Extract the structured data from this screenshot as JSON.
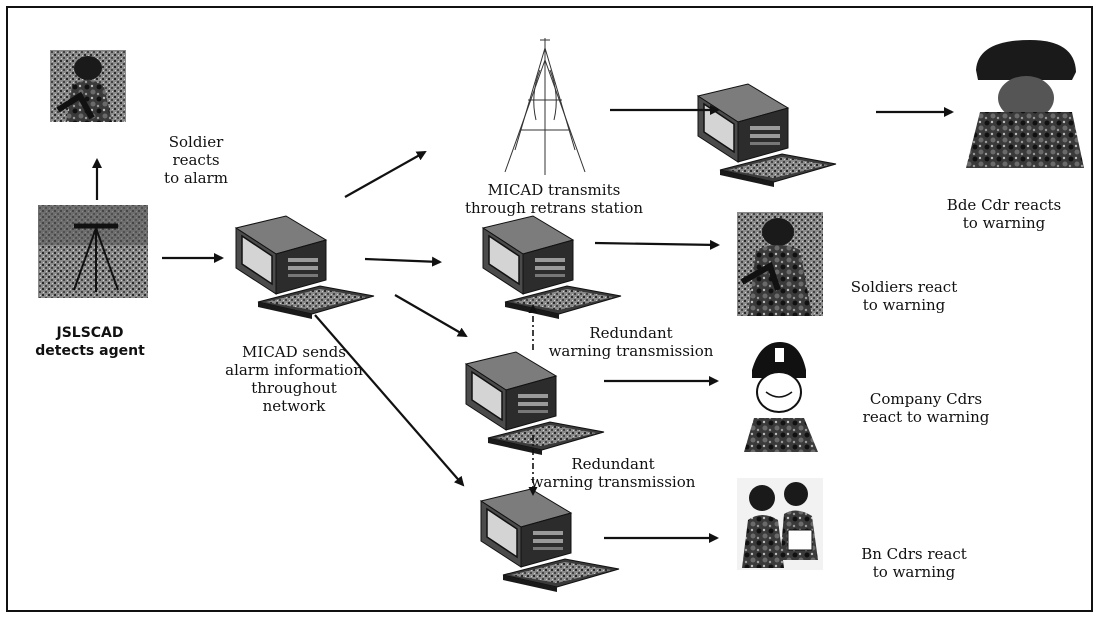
{
  "diagram": {
    "nodes": {
      "jslscad": {
        "icon": "sensor-photo-icon",
        "label": "JSLSCAD\ndetects agent"
      },
      "soldier_top": {
        "icon": "soldier-photo-icon",
        "label": "Soldier reacts\nto alarm"
      },
      "micad_main": {
        "icon": "computer-icon",
        "label": "MICAD sends\nalarm information\nthroughout network"
      },
      "retrans": {
        "icon": "antenna-tower-icon",
        "label": "MICAD transmits\nthrough retrans station"
      },
      "computer_top_right": {
        "icon": "computer-icon"
      },
      "bde_cdr": {
        "icon": "commander-photo-icon",
        "label": "Bde Cdr reacts\nto warning"
      },
      "computer_soldiers": {
        "icon": "computer-icon"
      },
      "soldiers": {
        "icon": "soldiers-photo-icon",
        "label": "Soldiers react\nto warning"
      },
      "redundant_1": {
        "label": "Redundant\nwarning transmission"
      },
      "computer_company": {
        "icon": "computer-icon"
      },
      "company_cdrs": {
        "icon": "helmet-commander-icon",
        "label": "Company Cdrs\nreact to warning"
      },
      "redundant_2": {
        "label": "Redundant\nwarning transmission"
      },
      "computer_bn": {
        "icon": "computer-icon"
      },
      "bn_cdrs": {
        "icon": "commanders-photo-icon",
        "label": "Bn Cdrs react\nto warning"
      }
    }
  }
}
